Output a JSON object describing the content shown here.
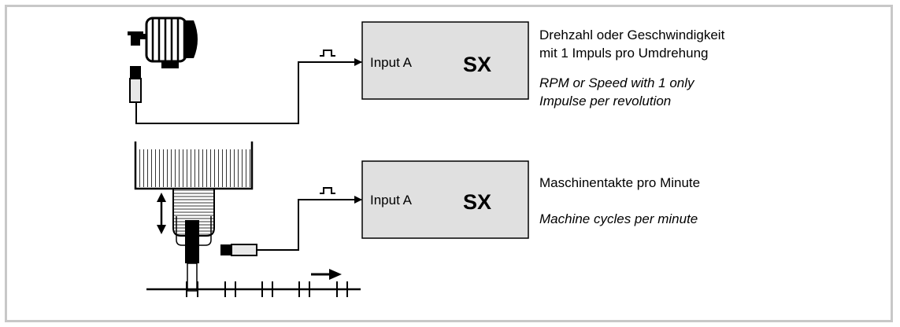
{
  "rows": [
    {
      "box_input_label": "Input A",
      "box_title": "SX",
      "desc_de_lines": [
        "Drehzahl oder Geschwindigkeit",
        "mit 1 Impuls pro Umdrehung"
      ],
      "desc_en_lines": [
        "RPM or Speed with 1 only",
        "Impulse per revolution"
      ]
    },
    {
      "box_input_label": "Input A",
      "box_title": "SX",
      "desc_de_lines": [
        "Maschinentakte pro Minute"
      ],
      "desc_en_lines": [
        "Machine cycles per minute"
      ]
    }
  ],
  "colors": {
    "box_fill": "#e0e0e0",
    "frame_border": "#c8c8c8",
    "line": "#000000"
  },
  "icons": [
    "motor-icon",
    "sensor-icon",
    "pulse-icon",
    "tank-icon",
    "piston-icon",
    "double-arrow-icon",
    "conveyor-icon",
    "direction-arrow-icon"
  ]
}
